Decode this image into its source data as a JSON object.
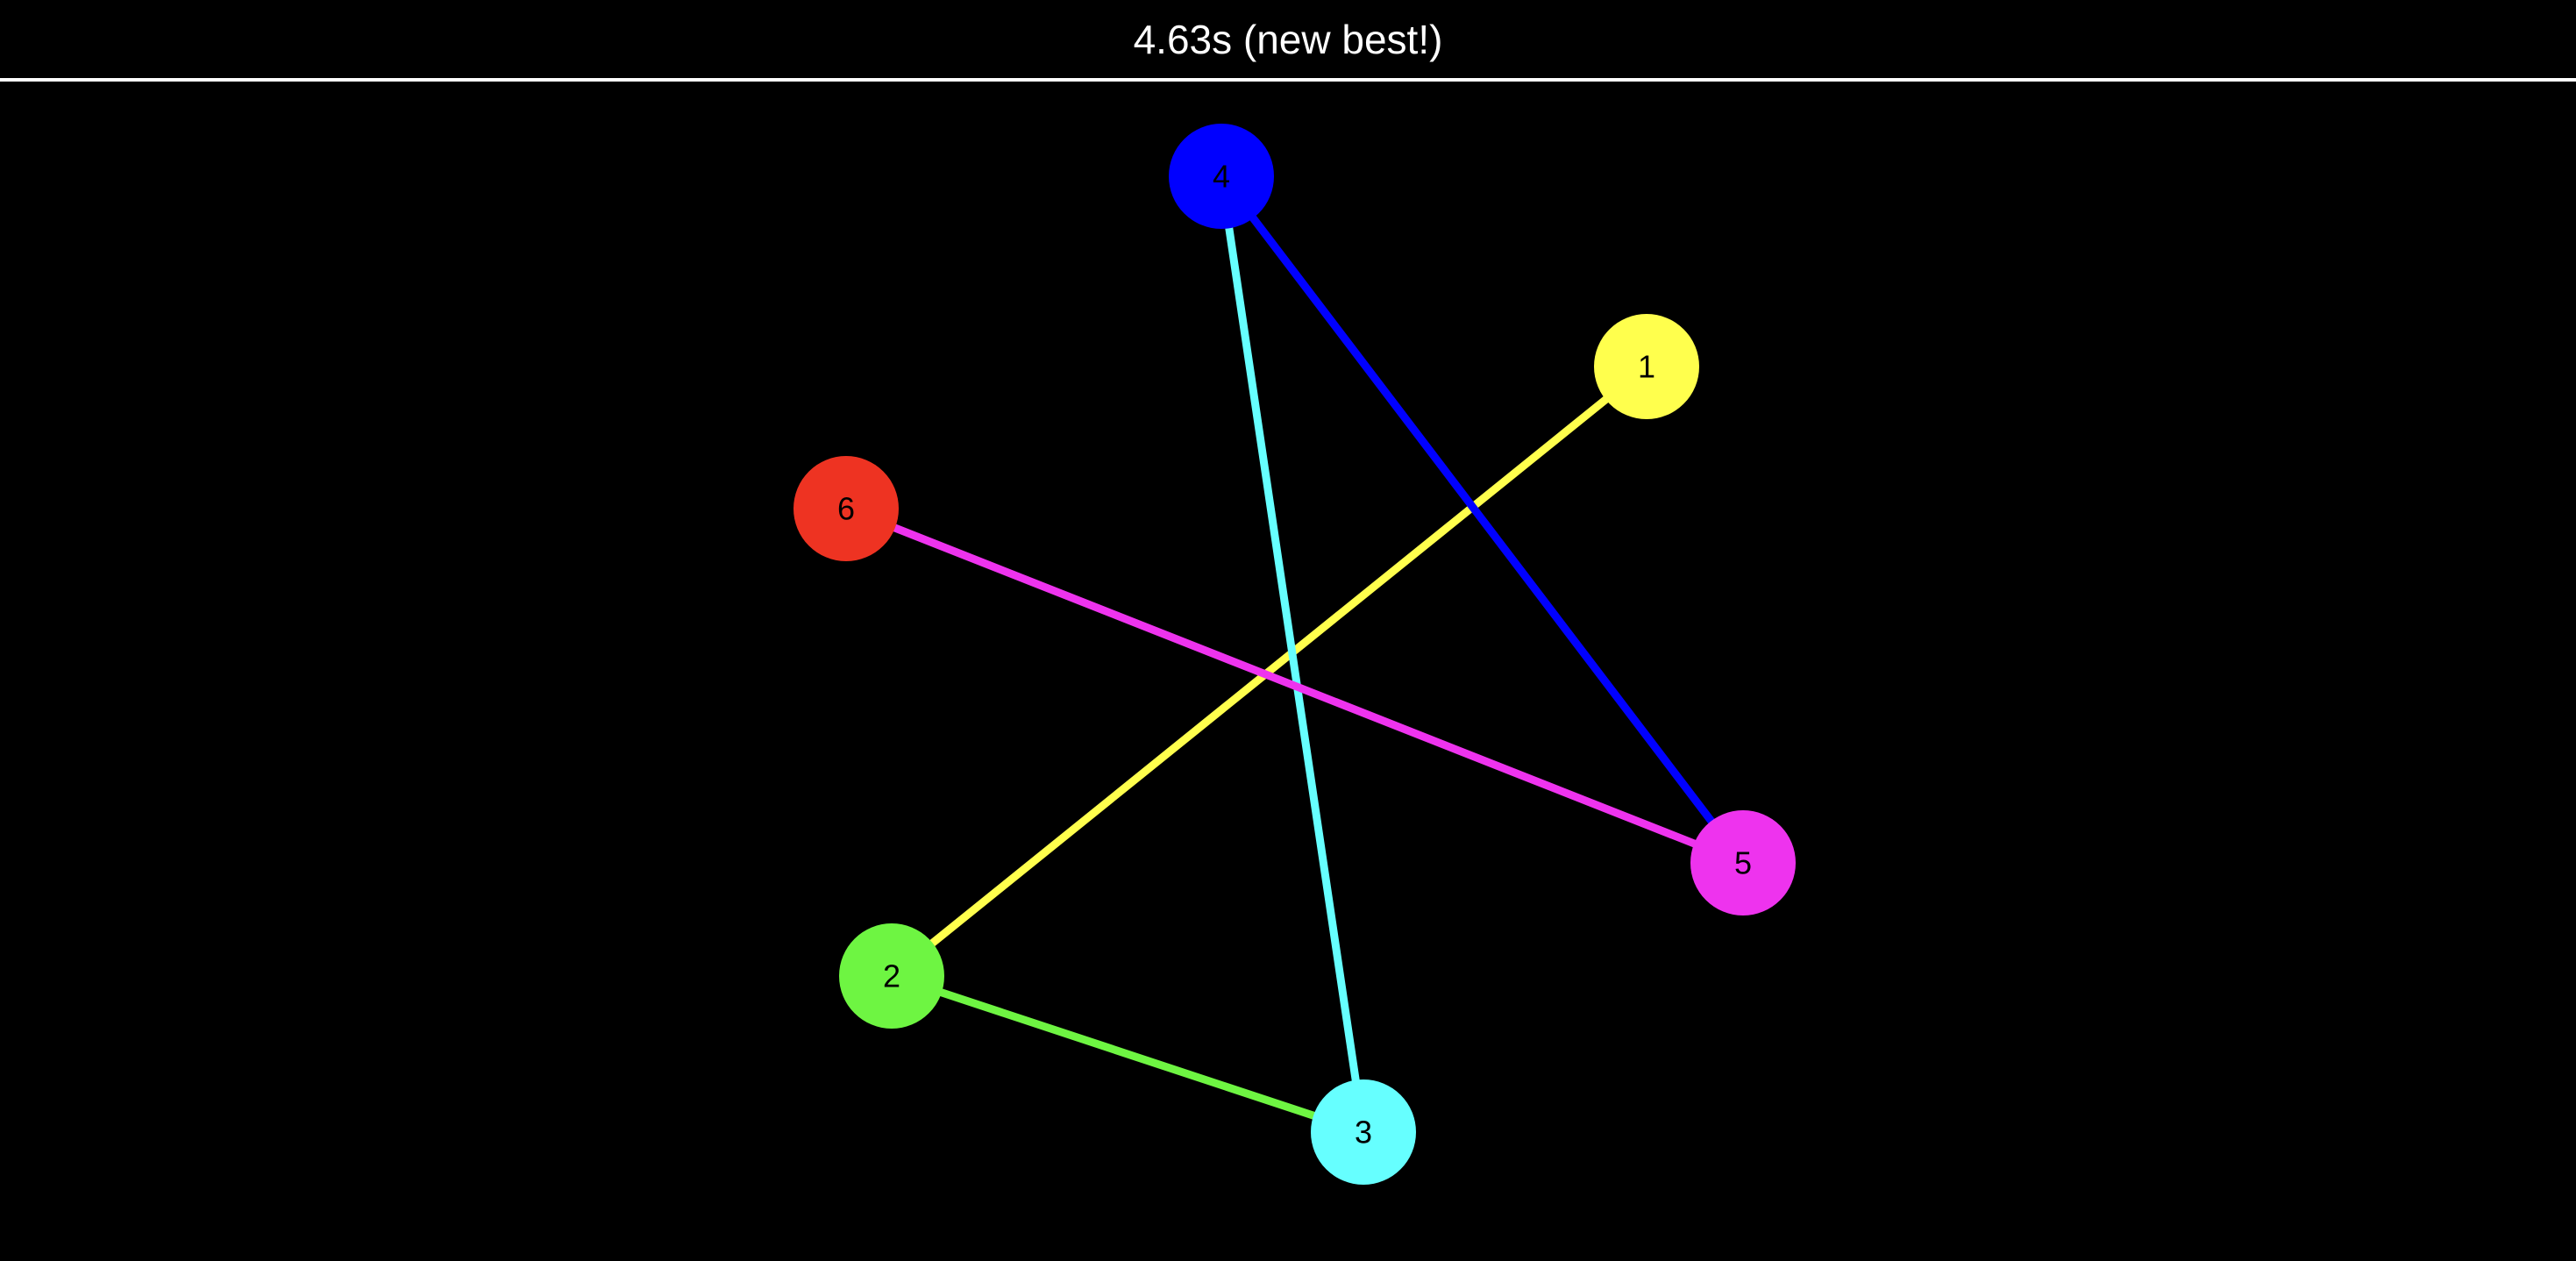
{
  "header": {
    "time_text": "4.63s (new best!)"
  },
  "puzzle": {
    "nodes": [
      {
        "id": 1,
        "label": "1",
        "color": "#ffff4d"
      },
      {
        "id": 2,
        "label": "2",
        "color": "#6ef542"
      },
      {
        "id": 3,
        "label": "3",
        "color": "#66ffff"
      },
      {
        "id": 4,
        "label": "4",
        "color": "#0000ff"
      },
      {
        "id": 5,
        "label": "5",
        "color": "#ee33ee"
      },
      {
        "id": 6,
        "label": "6",
        "color": "#ee3322"
      }
    ],
    "edges": [
      {
        "from": 1,
        "to": 2,
        "color": "#ffff4d"
      },
      {
        "from": 2,
        "to": 3,
        "color": "#6ef542"
      },
      {
        "from": 3,
        "to": 4,
        "color": "#66ffff"
      },
      {
        "from": 4,
        "to": 5,
        "color": "#0000ff"
      },
      {
        "from": 5,
        "to": 6,
        "color": "#ee33ee"
      }
    ]
  }
}
